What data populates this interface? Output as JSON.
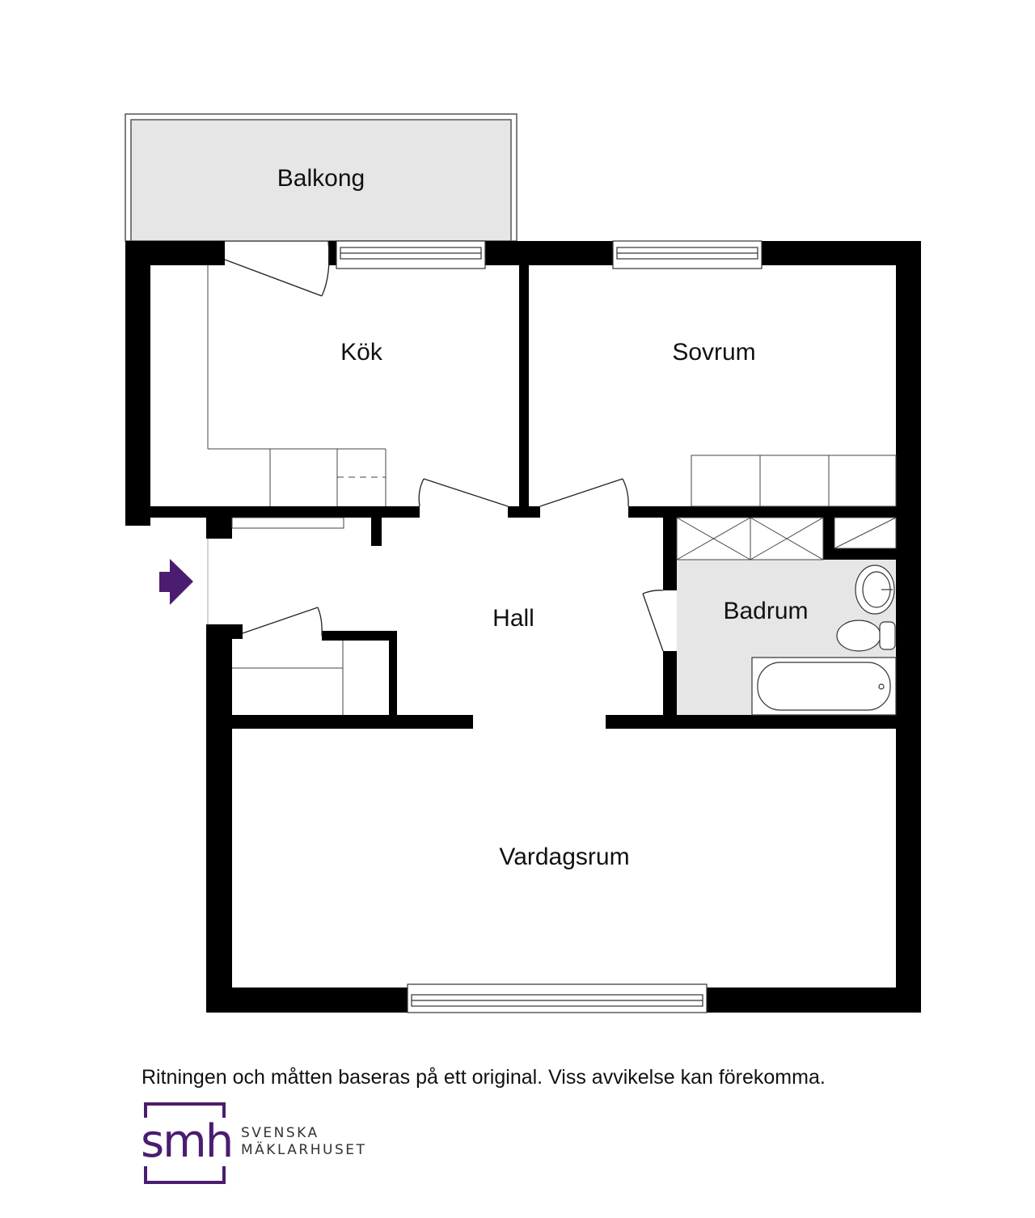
{
  "rooms": {
    "balkong": "Balkong",
    "kok": "Kök",
    "sovrum": "Sovrum",
    "hall": "Hall",
    "badrum": "Badrum",
    "vardagsrum": "Vardagsrum"
  },
  "disclaimer": "Ritningen och måtten baseras på ett original. Viss avvikelse kan förekomma.",
  "brand": {
    "logo_letters": "smh",
    "line1": "SVENSKA",
    "line2": "MÄKLARHUSET",
    "color": "#4b1d70"
  },
  "colors": {
    "wall": "#000000",
    "balcony_fill": "#e6e6e6",
    "bathroom_fill": "#e6e6e6",
    "entrance_arrow": "#4b1d70"
  }
}
